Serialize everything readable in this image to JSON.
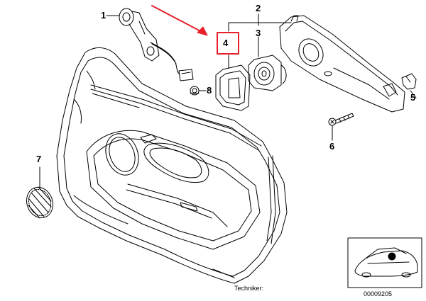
{
  "callouts": {
    "c1": "1",
    "c2": "2",
    "c3": "3",
    "c4": "4",
    "c5": "5",
    "c6": "6",
    "c7": "7",
    "c8": "8"
  },
  "footer": {
    "techniker": "Techniker:",
    "diagram_number": "00009205"
  },
  "colors": {
    "line": "#000000",
    "highlight": "#e8202a"
  }
}
